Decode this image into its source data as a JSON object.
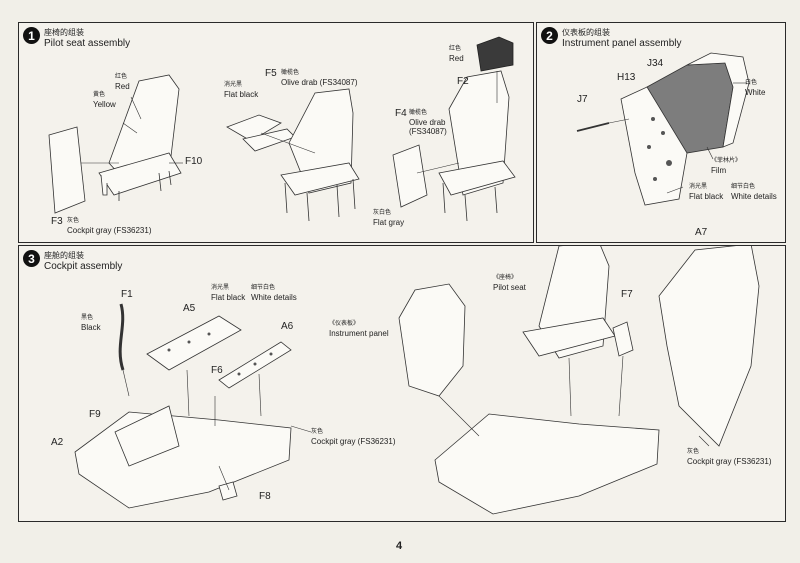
{
  "steps": [
    {
      "num": "1",
      "title_cn": "座椅的组装",
      "title_en": "Pilot seat assembly"
    },
    {
      "num": "2",
      "title_cn": "仪表板的组装",
      "title_en": "Instrument panel assembly"
    },
    {
      "num": "3",
      "title_cn": "座舱的组装",
      "title_en": "Cockpit assembly"
    }
  ],
  "step1": {
    "red_cn": "红色",
    "red": "Red",
    "yellow_cn": "黄色",
    "yellow": "Yellow",
    "f10": "F10",
    "f3": "F3",
    "f3_color_cn": "灰色",
    "f3_color": "Cockpit gray (FS36231)",
    "f5": "F5",
    "f5_color_cn": "橄榄色",
    "f5_color": "Olive drab (FS34087)",
    "flat_black_cn": "消光黑",
    "flat_black": "Flat black",
    "f4": "F4",
    "f4_color_cn": "橄榄色",
    "f4_color": "Olive drab",
    "f4_fs": "(FS34087)",
    "flat_gray_cn": "灰白色",
    "flat_gray": "Flat gray",
    "red2_cn": "红色",
    "red2": "Red",
    "f2": "F2"
  },
  "step2": {
    "j34": "J34",
    "h13": "H13",
    "j7": "J7",
    "white_cn": "白色",
    "white": "White",
    "film_cn": "《菲林片》",
    "film": "Film",
    "flat_black_cn": "消光黑",
    "flat_black": "Flat black",
    "white_details_cn": "细节白色",
    "white_details": "White details"
  },
  "step3": {
    "f1": "F1",
    "black_cn": "黑色",
    "black": "Black",
    "a5": "A5",
    "flat_black_cn": "消光黑",
    "flat_black": "Flat black",
    "white_details_cn": "细节白色",
    "white_details": "White details",
    "a6": "A6",
    "f6": "F6",
    "f9": "F9",
    "a2": "A2",
    "f8": "F8",
    "gray_cn": "灰色",
    "gray": "Cockpit gray (FS36231)",
    "instrument_panel_cn": "《仪表板》",
    "instrument_panel": "Instrument panel",
    "pilot_seat_cn": "《座椅》",
    "pilot_seat": "Pilot seat",
    "a7": "A7",
    "f7": "F7",
    "gray2_cn": "灰色",
    "gray2": "Cockpit gray (FS36231)"
  },
  "page_number": "4"
}
